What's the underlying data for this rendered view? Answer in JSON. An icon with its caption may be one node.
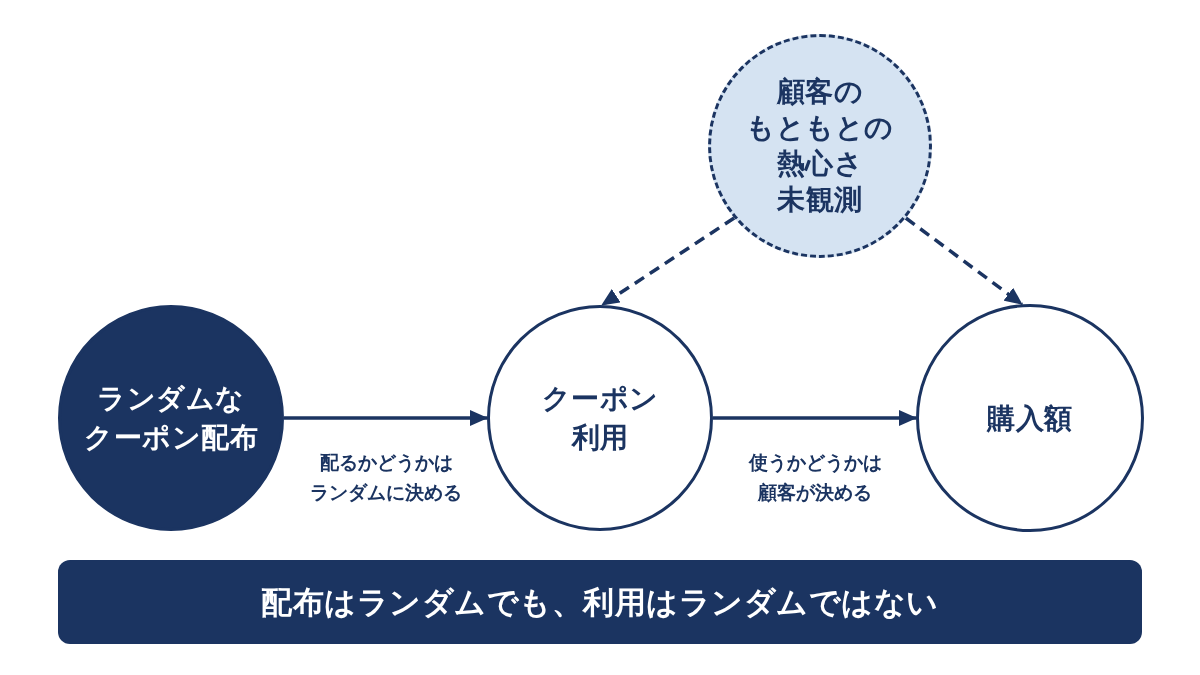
{
  "diagram": {
    "nodes": [
      {
        "text": [
          "顧客のもともとの熱心さ未観測"
        ]
      },
      {
        "text": [
          "ランダムなクーポン配布"
        ]
      },
      {
        "text": [
          "クーポン利用"
        ]
      },
      {
        "text": [
          "購入額"
        ]
      },
      {
        "text": [
          "配布はランダムでも、利用はランダムではない"
        ]
      }
    ],
    "edges": [
      {
        "from": 1,
        "to": 2,
        "arrow": "to",
        "label": "配るかどうかはランダムに決める"
      },
      {
        "from": 2,
        "to": 3,
        "arrow": "to",
        "label": "使うかどうかは顧客が決める"
      },
      {
        "from": 0,
        "to": 2,
        "arrow": "to",
        "style": "dashed"
      },
      {
        "from": 0,
        "to": 3,
        "arrow": "to",
        "style": "dashed"
      }
    ]
  }
}
